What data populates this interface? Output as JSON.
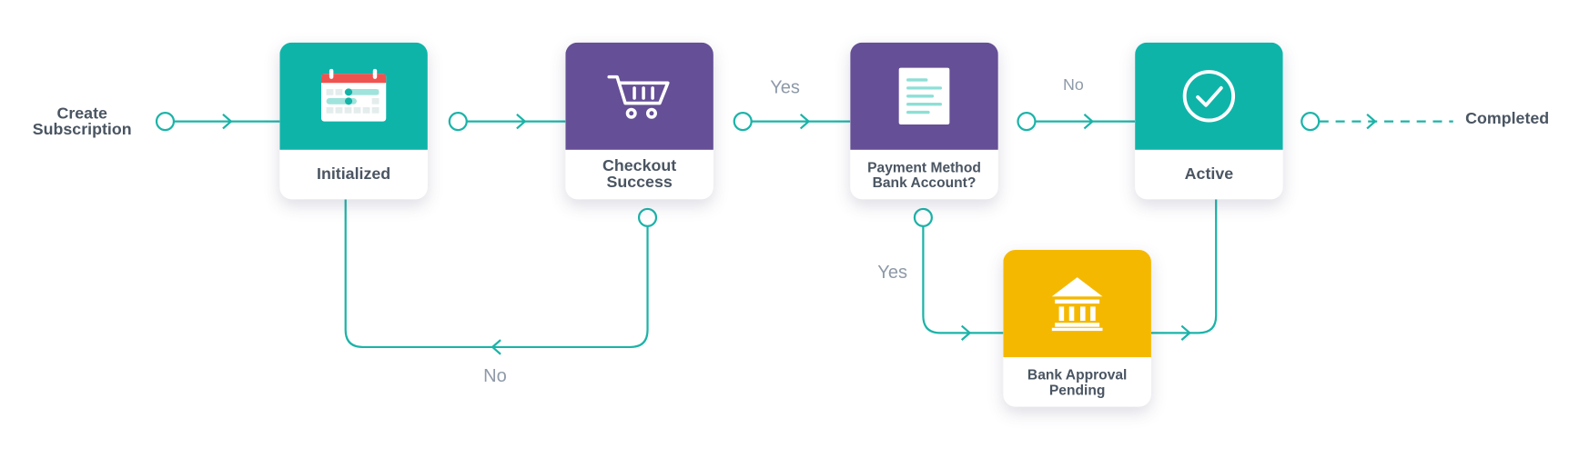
{
  "start": {
    "label_line1": "Create",
    "label_line2": "Subscription"
  },
  "end": {
    "label": "Completed"
  },
  "nodes": {
    "initialized": {
      "label": "Initialized",
      "icon": "calendar-icon",
      "color": "#0fb4a9"
    },
    "checkout": {
      "label_line1": "Checkout",
      "label_line2": "Success",
      "icon": "shopping-cart-icon",
      "color": "#654f96"
    },
    "payment": {
      "label_line1": "Payment Method",
      "label_line2": "Bank Account?",
      "icon": "document-icon",
      "color": "#654f96"
    },
    "active": {
      "label": "Active",
      "icon": "check-circle-icon",
      "color": "#0fb4a9"
    },
    "bank": {
      "label_line1": "Bank Approval",
      "label_line2": "Pending",
      "icon": "bank-icon",
      "color": "#f5b800"
    }
  },
  "edges": {
    "checkout_to_payment": "Yes",
    "payment_to_active": "No",
    "payment_to_bank": "Yes",
    "checkout_back_to_initialized": "No"
  },
  "colors": {
    "connector": "#1cb3a8",
    "label_text": "#4a5562",
    "edge_label": "#8e9aa8"
  }
}
